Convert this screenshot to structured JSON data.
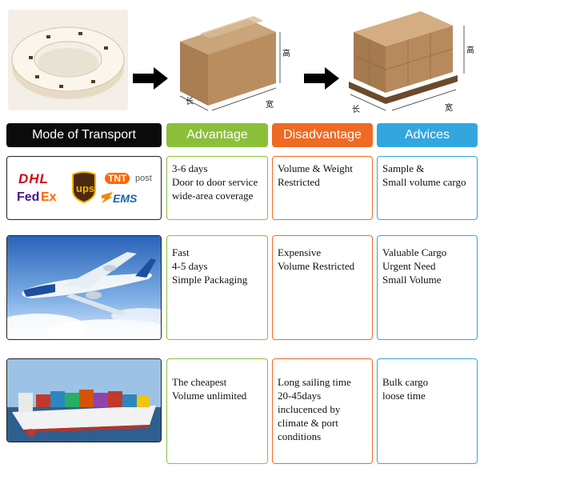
{
  "dimensions": {
    "length": "长",
    "width": "宽",
    "height": "高"
  },
  "headers": {
    "mode": "Mode of Transport",
    "advantage": "Advantage",
    "disadvantage": "Disadvantage",
    "advices": "Advices"
  },
  "rows": [
    {
      "carriers": {
        "dhl": "DHL",
        "ups": "ups",
        "tnt": "TNT",
        "post": "post",
        "fedex_fed": "Fed",
        "fedex_ex": "Ex",
        "ems": "EMS"
      },
      "advantage": "3-6 days\nDoor to door service\nwide-area coverage",
      "disadvantage": "Volume & Weight\nRestricted",
      "advices": "Sample &\nSmall volume cargo"
    },
    {
      "advantage": "Fast\n4-5 days\nSimple Packaging",
      "disadvantage": "Expensive\nVolume Restricted",
      "advices": "Valuable Cargo\nUrgent Need\nSmall Volume"
    },
    {
      "advantage": "The cheapest\nVolume unlimited",
      "disadvantage": "Long sailing time\n20-45days\ninclucenced by\nclimate & port\nconditions",
      "advices": "Bulk cargo\nloose time"
    }
  ],
  "colors": {
    "advantage": "#8bbf3a",
    "disadvantage": "#ef6a23",
    "advices": "#33a6e0",
    "mode": "#0b0b0b"
  }
}
